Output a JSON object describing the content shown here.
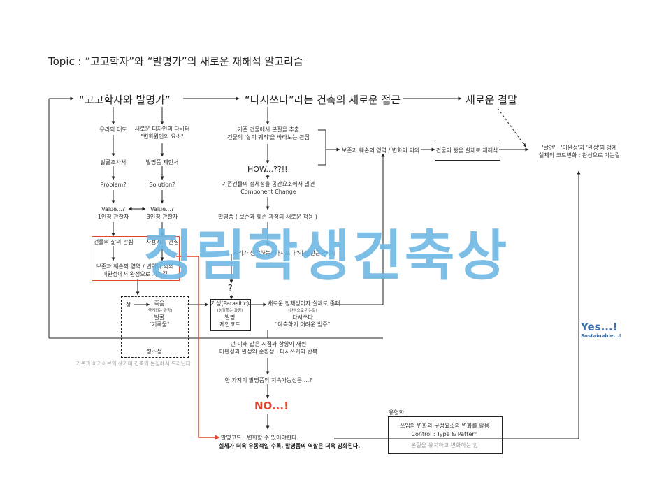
{
  "title": "Topic : “고고학자”와 “발명가”의 새로운 재해석 알고리즘",
  "watermark": "칭림학생건축상",
  "top_flow": {
    "n1": "“고고학자와 발명가”",
    "n2": "“다시쓰다”라는 건축의 새로운 접근",
    "n3": "새로운 결말"
  },
  "left": {
    "attitude": "우리의 태도",
    "new_design": "새로운 디자인의 다비터",
    "new_design2": "\"변화원인의 요소\"",
    "excavation": "발굴조사서",
    "invention": "발명품 제안서",
    "problem": "Problem?",
    "solution": "Solution?",
    "value1": "Value...?",
    "observer1": "1인칭 관찰자",
    "value3": "Value...?",
    "observer3": "3인칭 관찰자",
    "interest_building": "건물의 삶의 관심",
    "interest_user": "사용자의 관심",
    "preserve1": "보존과 훼손의 영역 / 변화의 의의",
    "preserve2": "미완성에서 완성으로 가는길"
  },
  "middle": {
    "l1": "기존 건물에서 본질을 추출",
    "l2": "건물의 '삶의 궤적'을 바라보는 관점",
    "how": "HOW...??!!",
    "comp1": "기존건물의 정체성을 공간요소에서 빌견",
    "comp2": "Component Change",
    "invent": "발명품 ( 보존과 훼손 과정의 새로운 적용 )",
    "criteria": "우리가 생각하는 \"다시쓰다\"의 판단근거제시",
    "question": "?"
  },
  "right": {
    "preserve": "보존과 훼손의 영역 / 변화의 의의",
    "reinterpret": "건물의 삶을 실체로 재해석",
    "conclusion1": "'탈건' : '미완성'과 '완성'의 경계",
    "conclusion2": "실체의 코드변화 : 완성으로 가는길"
  },
  "lower": {
    "life": "삶",
    "death": "죽음",
    "death_sub": "(죽게되는 과정)",
    "excavate": "발굴",
    "record": "\"기록물\"",
    "extinction": "정소성",
    "archive_note": "기록과 아카이브의 생기미 건축의 본질에서 드러난다",
    "parasitic": "기생(Parasitic)",
    "parasitic_sub": "(성장하는 과정)",
    "invention": "발명",
    "proposal": "제안코드",
    "identity": "새로운 정체성이자 실체로 존재",
    "identity_sub": "(완성으로 가는길)",
    "rewrite": "다시쓰다",
    "unpredictable": "\"예측하기 어려운 범주\"",
    "future1": "먼 미래 같은 시점과 상황이 재현",
    "future2": "미완성과 완성의 순환성 : 다시쓰기의 반복",
    "sustain_q": "한 가지의 발명품의 지속가능성은....?",
    "no": "NO...!",
    "code1": "발명코드 : 변화할 수 있어야한다.",
    "code2": "실체가 더욱 유동적일 수록, 발명품의 역할은 더욱 강화된다.",
    "yes": "Yes...!",
    "sustainable": "Sustainable...!",
    "typology": "유형화",
    "typ1": "쓰임의 변화와 구성요소의 변화를 활용",
    "typ2": "Control : Type & Pattern",
    "typ3": "본질을 유지하고 변화하는 힘"
  },
  "colors": {
    "red": "#e0452e",
    "blue": "#3a6fb0",
    "watermark": "#6fb8e4"
  }
}
